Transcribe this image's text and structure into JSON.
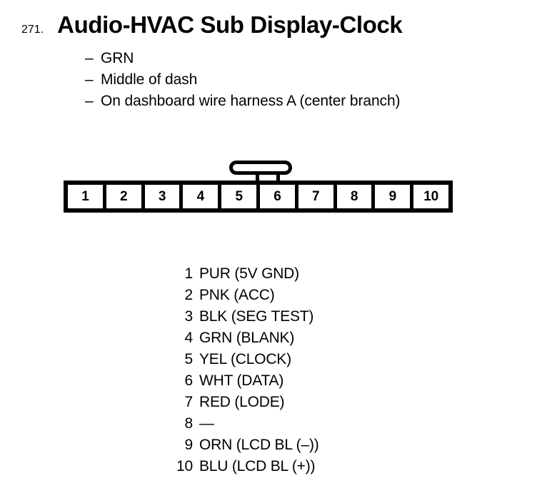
{
  "title": {
    "number": "271.",
    "text": "Audio-HVAC Sub Display-Clock"
  },
  "description": {
    "bullet": "–",
    "items": [
      "GRN",
      "Middle of dash",
      "On dashboard wire harness A (center branch)"
    ]
  },
  "connector": {
    "latch_tab": "latch-tab",
    "pins": [
      "1",
      "2",
      "3",
      "4",
      "5",
      "6",
      "7",
      "8",
      "9",
      "10"
    ]
  },
  "pin_legend": [
    {
      "number": "1",
      "label": "PUR (5V GND)"
    },
    {
      "number": "2",
      "label": "PNK (ACC)"
    },
    {
      "number": "3",
      "label": "BLK (SEG TEST)"
    },
    {
      "number": "4",
      "label": "GRN (BLANK)"
    },
    {
      "number": "5",
      "label": "YEL (CLOCK)"
    },
    {
      "number": "6",
      "label": "WHT (DATA)"
    },
    {
      "number": "7",
      "label": "RED (LODE)"
    },
    {
      "number": "8",
      "label": "—"
    },
    {
      "number": "9",
      "label": "ORN (LCD BL (–))"
    },
    {
      "number": "10",
      "label": "BLU (LCD BL (+))"
    }
  ],
  "colors": {
    "ink": "#000000",
    "background": "#ffffff"
  }
}
